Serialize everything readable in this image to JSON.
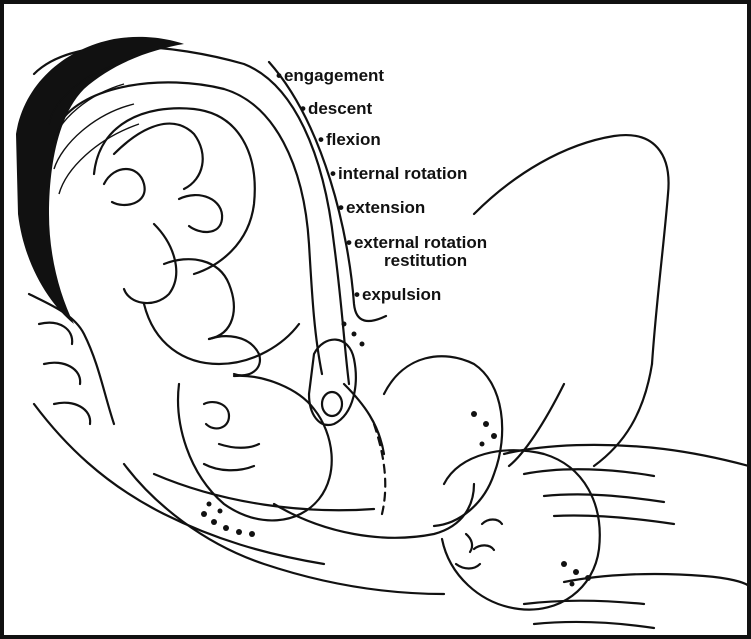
{
  "figure": {
    "stages": [
      {
        "label": "engagement"
      },
      {
        "label": "descent"
      },
      {
        "label": "flexion"
      },
      {
        "label": "internal rotation"
      },
      {
        "label": "extension"
      },
      {
        "label": "external rotation",
        "sublabel": "restitution"
      },
      {
        "label": "expulsion"
      }
    ],
    "bullet": "•",
    "ink_color": "#111111",
    "background_color": "#ffffff"
  }
}
